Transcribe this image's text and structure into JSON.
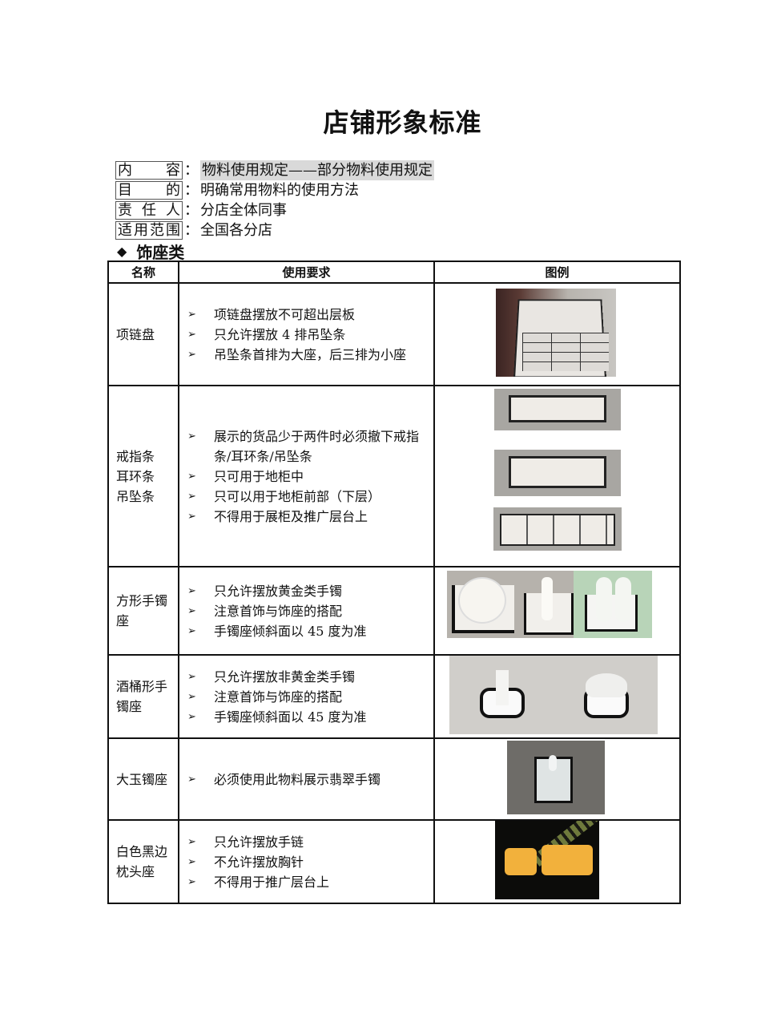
{
  "document": {
    "title": "店铺形象标准"
  },
  "meta": [
    {
      "label_chars": [
        "内",
        "容"
      ],
      "label": "内容",
      "value": "物料使用规定——部分物料使用规定",
      "highlighted": true
    },
    {
      "label_chars": [
        "目",
        "的"
      ],
      "label": "目的",
      "value": "明确常用物料的使用方法",
      "highlighted": false
    },
    {
      "label_chars": [
        "责",
        "任",
        "人"
      ],
      "label": "责任人",
      "value": "分店全体同事",
      "highlighted": false
    },
    {
      "label_chars": [
        "适",
        "用",
        "范",
        "围"
      ],
      "label": "适用范围",
      "value": "全国各分店",
      "highlighted": false
    }
  ],
  "meta_colon": "：",
  "section": {
    "bullet_icon": "diamond",
    "bullet": "◆",
    "title": "饰座类"
  },
  "table": {
    "headers": [
      "名称",
      "使用要求",
      "图例"
    ],
    "bullet_icon": "arrow-head",
    "bullet": "➢",
    "rows": [
      {
        "name_lines": [
          "项链盘"
        ],
        "requirements": [
          "项链盘摆放不可超出层板",
          "只允许摆放 4 排吊坠条",
          "吊坠条首排为大座，后三排为小座"
        ],
        "image": "necklace-tray-photo"
      },
      {
        "name_lines": [
          "戒指条",
          "耳环条",
          "吊坠条"
        ],
        "requirements": [
          "展示的货品少于两件时必须撤下戒指条/耳环条/吊坠条",
          "只可用于地柜中",
          "只可以用于地柜前部（下层）",
          "不得用于展柜及推广层台上"
        ],
        "image": "ring-earring-pendant-strips-photo"
      },
      {
        "name_lines": [
          "方形手镯",
          "座"
        ],
        "requirements": [
          "只允许摆放黄金类手镯",
          "注意首饰与饰座的搭配",
          "手镯座倾斜面以 45 度为准"
        ],
        "image": "square-bangle-stand-photo"
      },
      {
        "name_lines": [
          "酒桶形手",
          "镯座"
        ],
        "requirements": [
          "只允许摆放非黄金类手镯",
          "注意首饰与饰座的搭配",
          "手镯座倾斜面以 45 度为准"
        ],
        "image": "barrel-bangle-stand-photo"
      },
      {
        "name_lines": [
          "大玉镯座"
        ],
        "requirements": [
          "必须使用此物料展示翡翠手镯"
        ],
        "image": "jade-bangle-stand-photo"
      },
      {
        "name_lines": [
          "白色黑边",
          "枕头座"
        ],
        "requirements": [
          "只允许摆放手链",
          "不允许摆放胸针",
          "不得用于推广层台上"
        ],
        "image": "pillow-stand-photo"
      }
    ]
  },
  "colors": {
    "border": "#111111",
    "highlight": "#d9d9d9",
    "pillow_yellow": "#f2b13c"
  }
}
